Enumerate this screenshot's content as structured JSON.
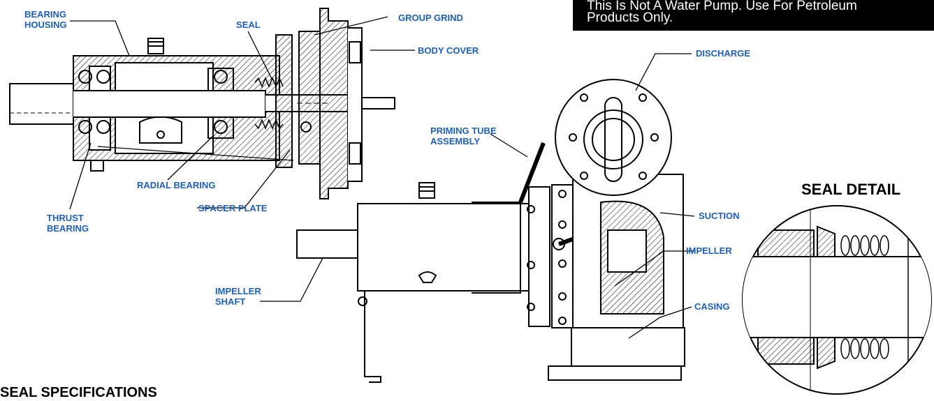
{
  "notice": {
    "line1": "This Is Not A Water Pump. Use For Petroleum",
    "line2": "Products Only."
  },
  "labels": {
    "bearing_housing_1": "BEARING",
    "bearing_housing_2": "HOUSING",
    "seal": "SEAL",
    "group_grind": "GROUP GRIND",
    "body_cover": "BODY COVER",
    "discharge": "DISCHARGE",
    "priming_tube_1": "PRIMING TUBE",
    "priming_tube_2": "ASSEMBLY",
    "radial_bearing": "RADIAL BEARING",
    "spacer_plate": "SPACER PLATE",
    "thrust_bearing_1": "THRUST",
    "thrust_bearing_2": "BEARING",
    "suction": "SUCTION",
    "impeller": "IMPELLER",
    "impeller_shaft_1": "IMPELLER",
    "impeller_shaft_2": "SHAFT",
    "casing": "CASING"
  },
  "seal_detail_title": "SEAL DETAIL",
  "seal_specifications_title": "SEAL SPECIFICATIONS",
  "colors": {
    "label": "#1f5fb4",
    "line": "#000000",
    "notice_bg": "#000000"
  }
}
